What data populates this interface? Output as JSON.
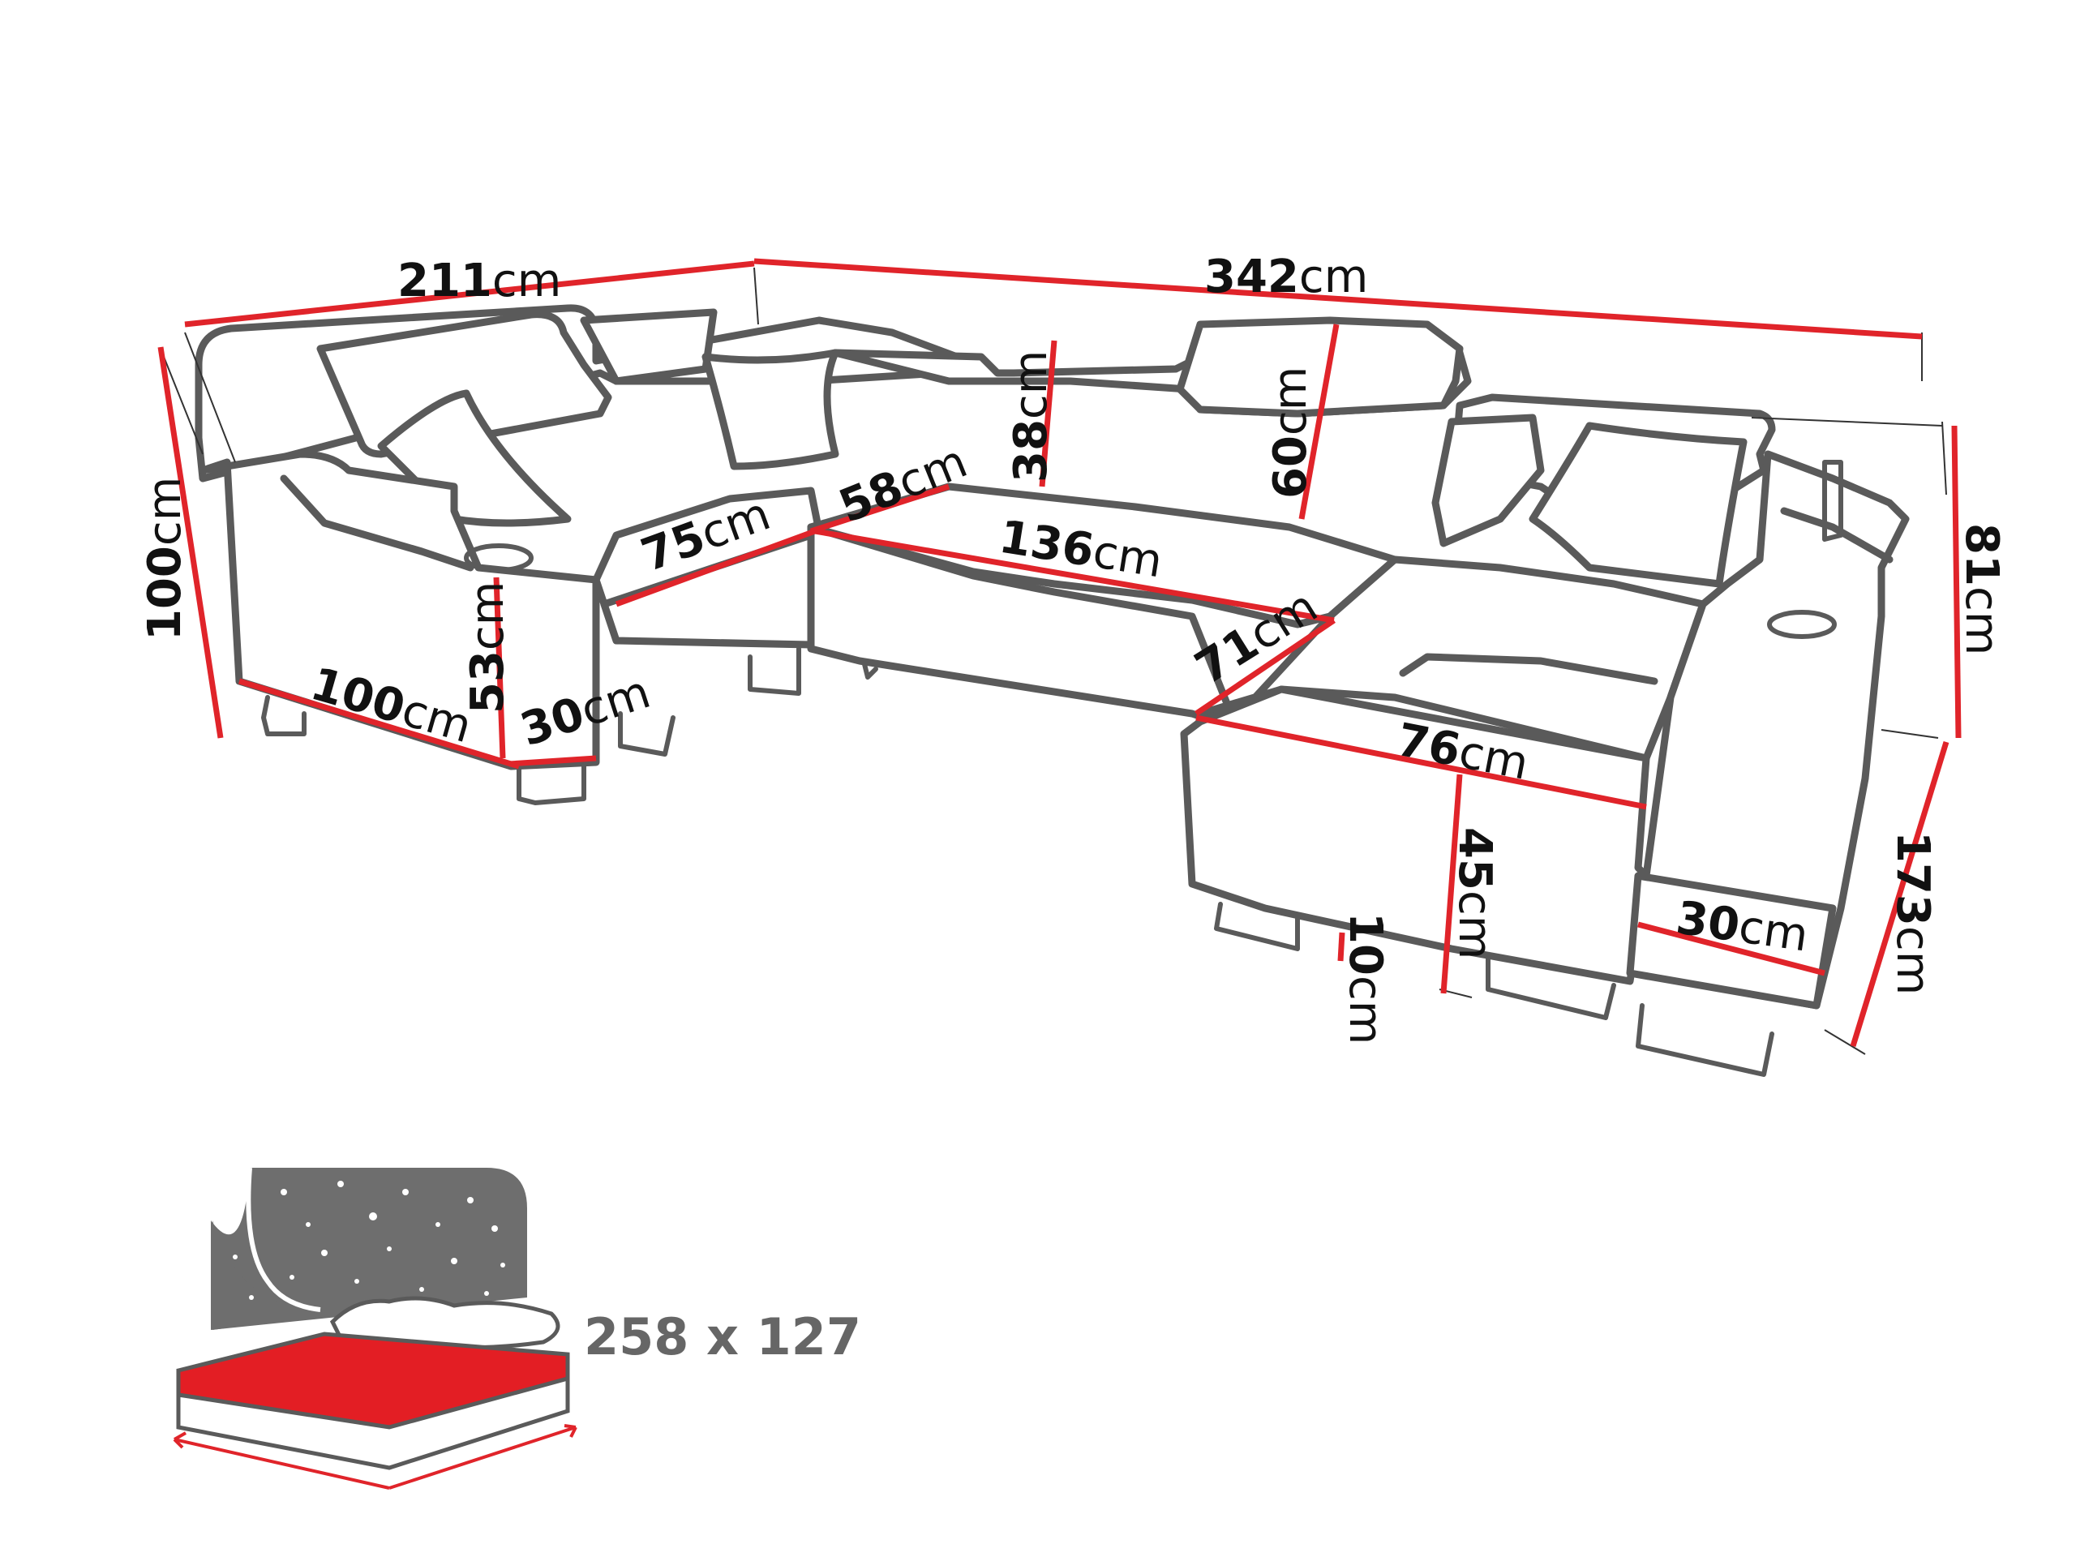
{
  "unit": "cm",
  "colors": {
    "dimension_line": "#e0242a",
    "outline": "#5a5a5a",
    "bed_gray": "#6e6e6e",
    "mattress_red": "#e31e24"
  },
  "dimensions": {
    "top_left_width": "211",
    "top_right_width": "342",
    "left_height": "100",
    "right_back_height": "81",
    "right_depth": "173",
    "left_arm_length": "100",
    "left_arm_height": "53",
    "left_arm_width": "30",
    "seat_left_depth": "75",
    "corner_seat_depth": "58",
    "backrest_38": "38",
    "headrest_60": "60",
    "middle_seat_width": "136",
    "chaise_seat": "71",
    "chaise_width": "76",
    "seat_height": "45",
    "leg_height": "10",
    "right_arm_width": "30"
  },
  "bed": {
    "size_label": "258 x 127",
    "icon": "bed-with-starry-headboard-icon"
  }
}
